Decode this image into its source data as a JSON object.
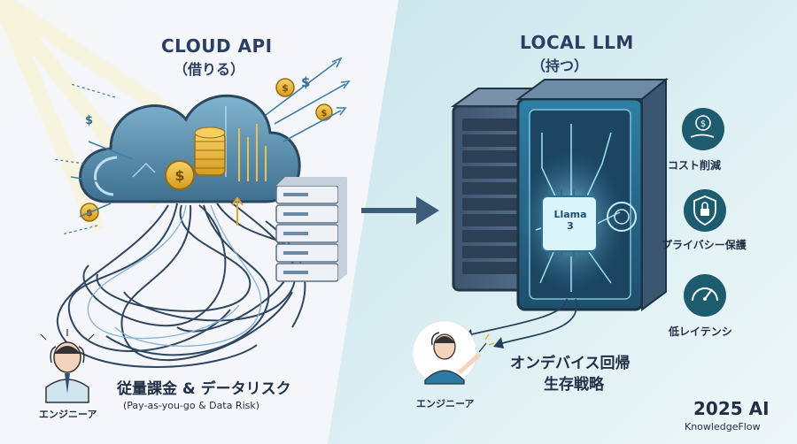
{
  "cloud": {
    "title": "CLOUD API",
    "subtitle": "（借りる）",
    "risk_title": "従量課金 & データリスク",
    "risk_sub": "(Pay-as-you-go & Data Risk)",
    "engineer_label": "エンジニーア"
  },
  "local": {
    "title": "LOCAL LLM",
    "subtitle": "（持つ）",
    "chip_label": "Llama\n3",
    "strategy_line1": "オンデバイス回帰",
    "strategy_line2": "生存戦略",
    "engineer_label": "エンジニーア"
  },
  "benefits": [
    {
      "label": "コスト削減",
      "icon": "hand-dollar-icon"
    },
    {
      "label": "プライバシー保護",
      "icon": "shield-lock-icon"
    },
    {
      "label": "低レイテンシ",
      "icon": "speedometer-icon"
    }
  ],
  "brand": {
    "year": "2025 AI",
    "name": "KnowledgeFlow"
  },
  "colors": {
    "title": "#2a3f63",
    "teal": "#1d5b6e",
    "right_bg": "#dceff2",
    "left_bg": "#f5f7fa"
  }
}
